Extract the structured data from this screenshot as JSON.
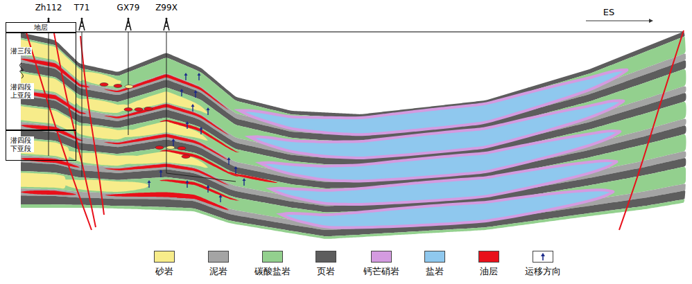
{
  "diagram": {
    "nodes": [
      {
        "text": [
          "地层"
        ]
      },
      {
        "text": [
          "潜三段",
          "潜四段 上亚段"
        ]
      },
      {
        "text": [
          "潜四段 下亚段"
        ]
      }
    ],
    "labels": [
      "Zh112",
      "T71",
      "GX79",
      "Z99X",
      "ES"
    ],
    "legend": [
      {
        "text": "砂岩",
        "color": "#f7ec8a"
      },
      {
        "text": "泥岩",
        "color": "#a4a4a4"
      },
      {
        "text": "碳酸盐岩",
        "color": "#93d08e"
      },
      {
        "text": "页岩",
        "color": "#5d5d5d"
      },
      {
        "text": "钙芒硝岩",
        "color": "#d49be0"
      },
      {
        "text": "盐岩",
        "color": "#8fc8ee"
      },
      {
        "text": "油层",
        "color": "#e8101a"
      },
      {
        "text": "运移方向"
      }
    ]
  }
}
